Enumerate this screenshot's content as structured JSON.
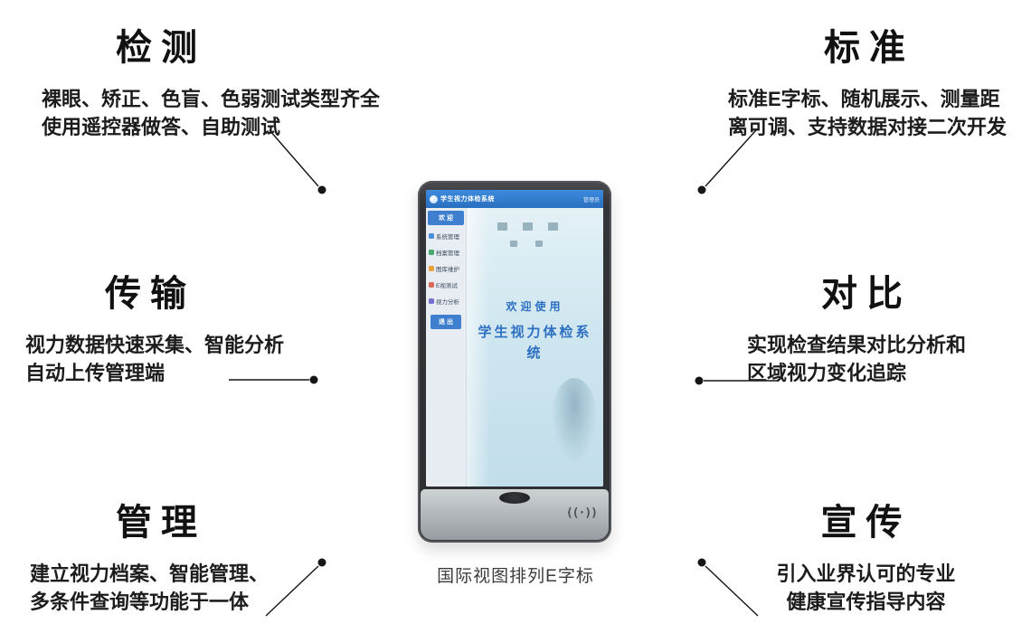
{
  "features": {
    "left": [
      {
        "title": "检测",
        "lines": [
          "裸眼、矫正、色盲、色弱测试类型齐全",
          "使用遥控器做答、自助测试"
        ]
      },
      {
        "title": "传输",
        "lines": [
          "视力数据快速采集、智能分析",
          "自动上传管理端"
        ]
      },
      {
        "title": "管理",
        "lines": [
          "建立视力档案、智能管理、",
          "多条件查询等功能于一体"
        ]
      }
    ],
    "right": [
      {
        "title": "标准",
        "lines": [
          "标准E字标、随机展示、测量距",
          "离可调、支持数据对接二次开发"
        ]
      },
      {
        "title": "对比",
        "lines": [
          "实现检查结果对比分析和",
          "区域视力变化追踪"
        ]
      },
      {
        "title": "宣传",
        "lines": [
          "引入业界认可的专业",
          "健康宣传指导内容"
        ]
      }
    ]
  },
  "device": {
    "caption": "国际视图排列E字标",
    "nfc_glyph": "((·))",
    "screen": {
      "header": {
        "title": "学生视力体检系统",
        "user": "管理员"
      },
      "sidebar": {
        "welcome": "欢 迎",
        "items": [
          "系统管理",
          "档案管理",
          "图库维护",
          "E视测试",
          "视力分析"
        ],
        "exit": "退 出"
      },
      "main": {
        "welcome": "欢迎使用",
        "title_line1": "学生视力体检系",
        "title_line2": "统"
      }
    }
  },
  "colors": {
    "accent_blue": "#2f7fd4",
    "text_dark": "#1a1a1a",
    "line_black": "#151515"
  }
}
